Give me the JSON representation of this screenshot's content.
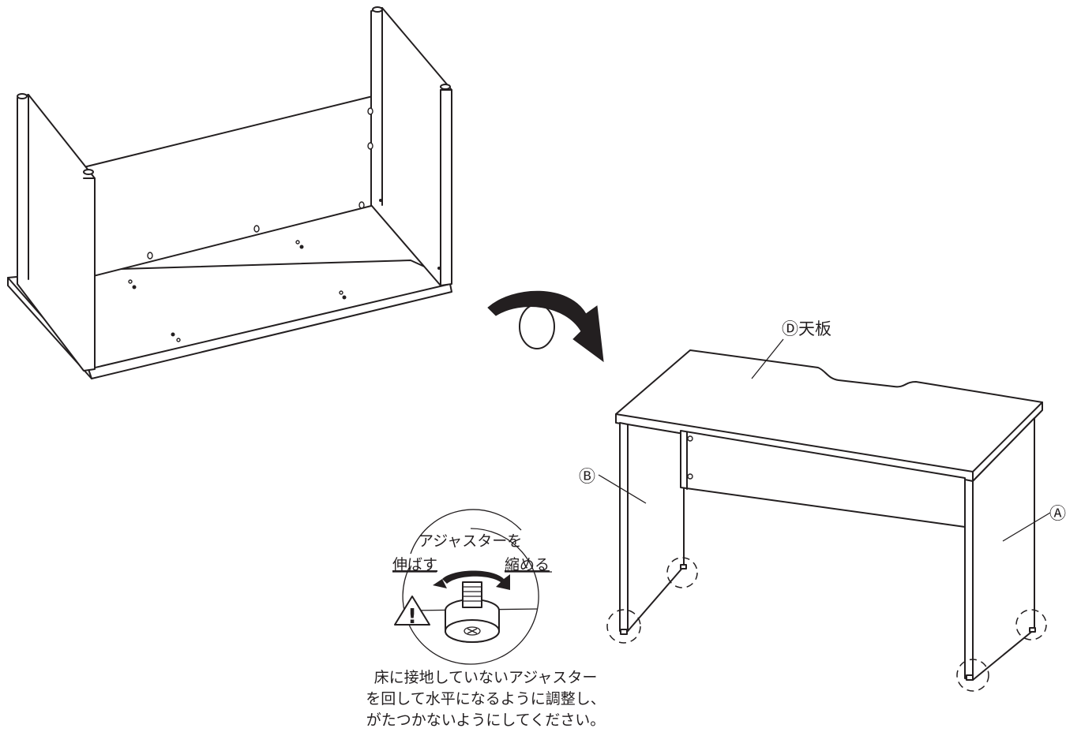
{
  "labels": {
    "top_panel": "Ⓓ天板",
    "side_panel_b": "Ⓑ",
    "side_panel_a": "Ⓐ"
  },
  "adjuster": {
    "title": "アジャスターを",
    "extend": "伸ばす",
    "shorten": "縮める"
  },
  "instructions": {
    "line1": "床に接地していないアジャスター",
    "line2": "を回して水平になるように調整し、",
    "line3": "がたつかないようにしてください。"
  },
  "icons": [
    "warning-icon",
    "rotate-arrow-icon",
    "adjuster-foot-icon"
  ],
  "colors": {
    "line": "#231f20",
    "background": "#ffffff"
  }
}
